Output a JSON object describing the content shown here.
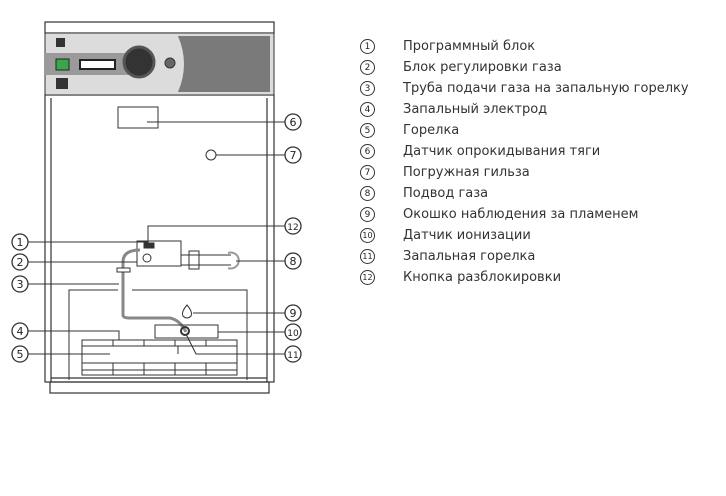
{
  "legend": [
    {
      "num": "1",
      "label": "Программный блок"
    },
    {
      "num": "2",
      "label": "Блок регулировки газа"
    },
    {
      "num": "3",
      "label": "Труба подачи газа на запальную горелку"
    },
    {
      "num": "4",
      "label": "Запальный электрод"
    },
    {
      "num": "5",
      "label": "Горелка"
    },
    {
      "num": "6",
      "label": "Датчик опрокидывания тяги"
    },
    {
      "num": "7",
      "label": "Погружная гильза"
    },
    {
      "num": "8",
      "label": "Подвод газа"
    },
    {
      "num": "9",
      "label": "Окошко наблюдения за пламенем"
    },
    {
      "num": "10",
      "label": "Датчик ионизации"
    },
    {
      "num": "11",
      "label": "Запальная горелка"
    },
    {
      "num": "12",
      "label": "Кнопка разблокировки"
    }
  ],
  "colors": {
    "panel": "#dcdcdc",
    "panel_dark": "#7a7a7a",
    "green": "#3aa64a",
    "line": "#333333"
  }
}
